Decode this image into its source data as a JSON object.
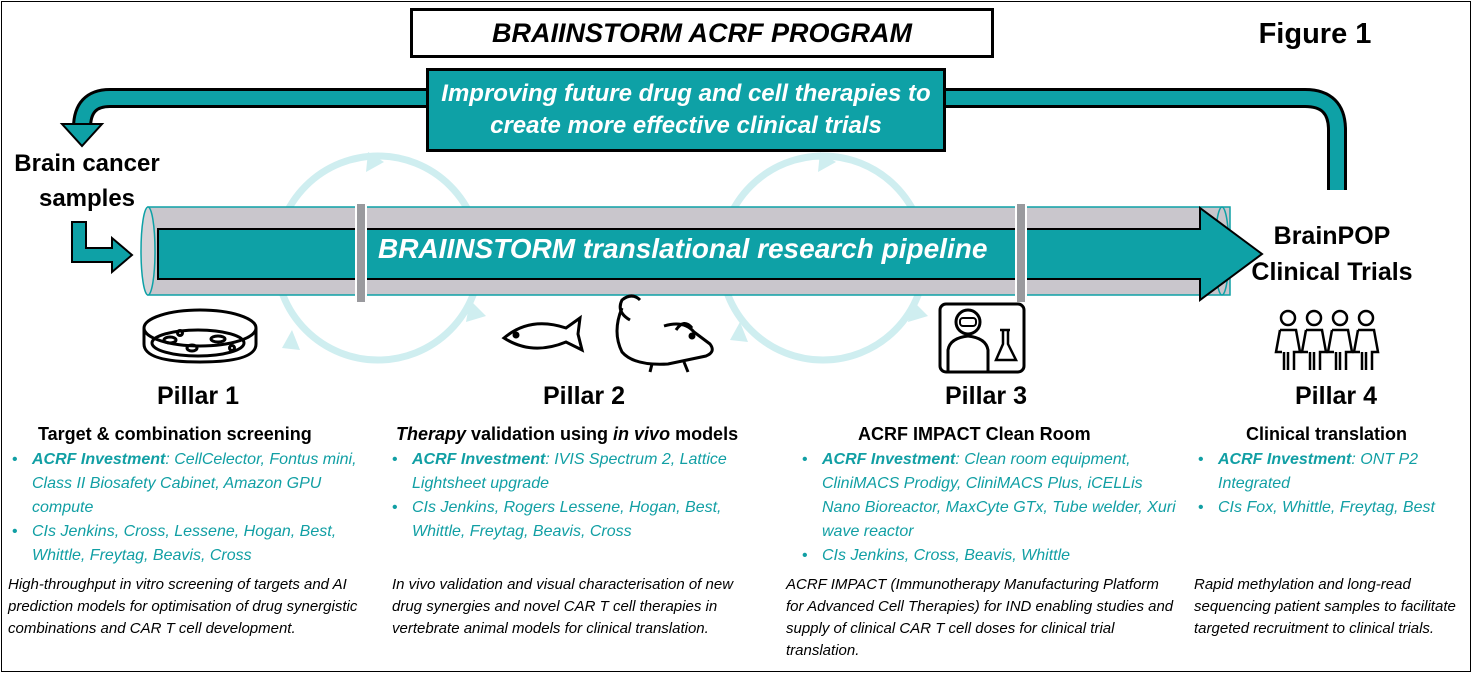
{
  "title": "BRAIINSTORM ACRF PROGRAM",
  "figure_label": "Figure 1",
  "banner_text": "Improving future drug and cell therapies to create more effective clinical trials",
  "input_label_line1": "Brain cancer",
  "input_label_line2": "samples",
  "pipeline_label": "BRAIINSTORM translational research pipeline",
  "output_label_line1": "BrainPOP",
  "output_label_line2": "Clinical Trials",
  "colors": {
    "teal": "#0ea1a6",
    "bullet_teal": "#119fa4",
    "light_cycle": "#cfeef0",
    "tube_grey": "#c9c6cc"
  },
  "pillars": [
    {
      "title": "Pillar 1",
      "icon": "petri-dish-icon",
      "subtitle": "Target & combination screening",
      "investment_label": "ACRF Investment",
      "investment_items": ": CellCelector, Fontus mini, Class II Biosafety Cabinet, Amazon GPU compute",
      "cis": "CIs Jenkins, Cross, Lessene, Hogan, Best, Whittle, Freytag, Beavis, Cross",
      "description": "High-throughput in vitro screening of targets and AI prediction models for optimisation of drug synergistic combinations and CAR T cell development."
    },
    {
      "title": "Pillar 2",
      "icon": "fish-and-mouse-icon",
      "subtitle_italic_1": "Therapy",
      "subtitle_plain": " validation using ",
      "subtitle_italic_2": "in vivo",
      "subtitle_end": " models",
      "investment_label": "ACRF Investment",
      "investment_items": ": IVIS Spectrum 2, Lattice Lightsheet upgrade",
      "cis": "CIs Jenkins, Rogers Lessene, Hogan, Best, Whittle, Freytag, Beavis, Cross",
      "description": "In vivo validation and visual characterisation of new drug synergies and novel CAR T cell therapies in vertebrate animal models for clinical translation."
    },
    {
      "title": "Pillar 3",
      "icon": "clean-room-scientist-icon",
      "subtitle": "ACRF IMPACT Clean Room",
      "investment_label": "ACRF Investment",
      "investment_items": ": Clean room equipment, CliniMACS Prodigy, CliniMACS Plus, iCELLis Nano Bioreactor, MaxCyte GTx, Tube welder, Xuri wave reactor",
      "cis": "CIs Jenkins, Cross, Beavis, Whittle",
      "description": "ACRF IMPACT (Immunotherapy Manufacturing Platform for Advanced Cell Therapies) for IND enabling studies and supply of clinical CAR T cell doses for clinical trial translation."
    },
    {
      "title": "Pillar 4",
      "icon": "patients-group-icon",
      "subtitle": "Clinical translation",
      "investment_label": "ACRF Investment",
      "investment_items": ": ONT P2 Integrated",
      "cis": "CIs Fox, Whittle, Freytag, Best",
      "description": "Rapid methylation and long-read sequencing patient samples to facilitate targeted recruitment to clinical trials."
    }
  ]
}
